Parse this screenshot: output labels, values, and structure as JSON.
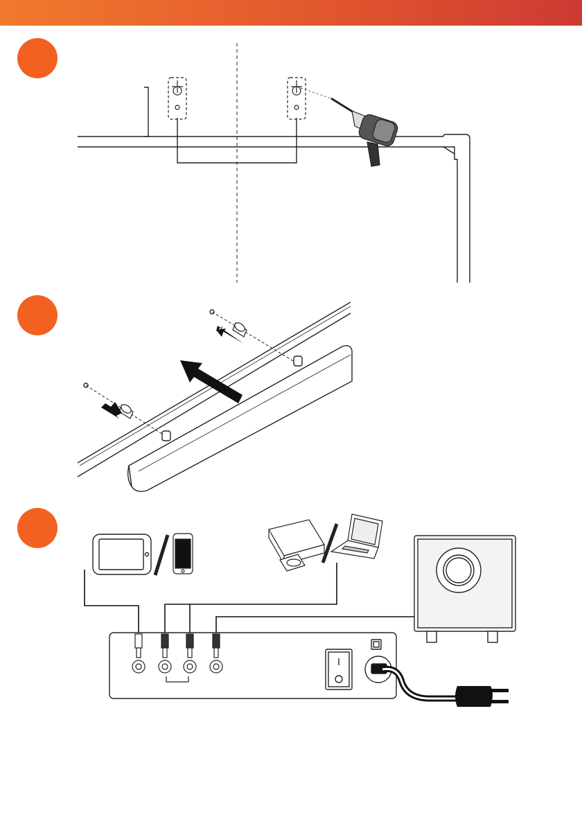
{
  "colors": {
    "accent": "#f26122",
    "bar_start": "#f07a2e",
    "bar_end": "#cc3a33",
    "line": "#222222"
  },
  "steps": [
    {
      "id": "step-1",
      "icons": [
        "keyhole-bracket-icon",
        "keyhole-bracket-icon",
        "drill-icon",
        "wall-corner-icon"
      ]
    },
    {
      "id": "step-2",
      "icons": [
        "screw-icon",
        "screw-icon",
        "soundbar-icon",
        "push-arrow-icon"
      ]
    },
    {
      "id": "step-3",
      "icons": [
        "tablet-icon",
        "smartphone-icon",
        "dvd-player-icon",
        "laptop-icon",
        "subwoofer-icon",
        "power-plug-icon"
      ]
    }
  ],
  "labels": {
    "equal_left": "=",
    "equal_right": "=",
    "power_on": "I",
    "power_off": "O"
  }
}
